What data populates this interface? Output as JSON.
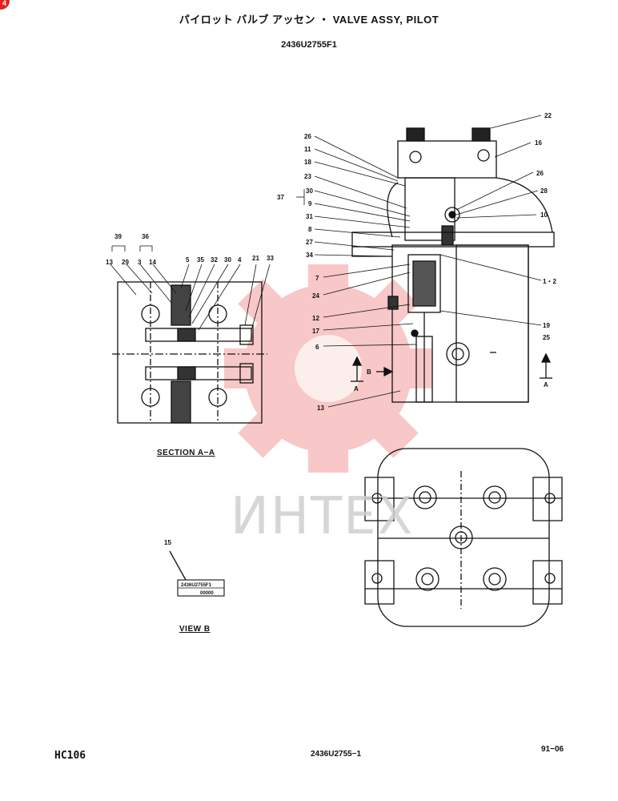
{
  "header": {
    "title": "パイロット バルブ アッセン ・ VALVE ASSY, PILOT",
    "part_number": "2436U2755F1"
  },
  "footer": {
    "model": "HC106",
    "document_number": "2436U2755−1",
    "date": "91−06"
  },
  "corner_badge": "4",
  "watermark": "ИНТЕХ",
  "captions": {
    "section": "SECTION A−A",
    "view": "VIEW B"
  },
  "plate_text": {
    "line1": "2436U2755F1",
    "line2": "00000"
  },
  "arrow_labels": {
    "a_left": "A",
    "b": "B",
    "a_right": "A"
  },
  "callouts_main": [
    "22",
    "16",
    "26",
    "11",
    "18",
    "23",
    "30",
    "9",
    "31",
    "8",
    "27",
    "34",
    "7",
    "24",
    "12",
    "17",
    "6",
    "13",
    "28",
    "10",
    "1・2",
    "19",
    "25"
  ],
  "callouts_section": [
    "39",
    "36",
    "13",
    "29",
    "3",
    "14",
    "5",
    "35",
    "32",
    "30",
    "4",
    "21",
    "33"
  ],
  "bracket_label": "37",
  "view_callout": "15",
  "colors": {
    "ink": "#111111",
    "watermark": "#e83a3a",
    "badge": "#e0241f"
  }
}
